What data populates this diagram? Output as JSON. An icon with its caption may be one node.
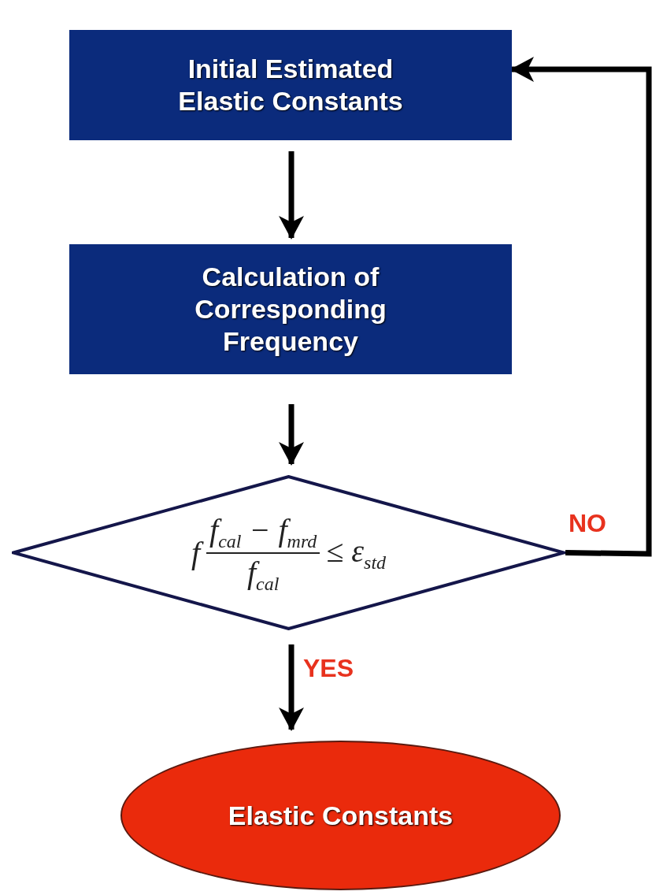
{
  "diagram": {
    "nodes": [
      {
        "text": [
          "Initial Estimated Elastic Constants"
        ]
      },
      {
        "text": [
          "Calculation of Corresponding Frequency"
        ]
      },
      {
        "text": [
          "f",
          "f$_{cal}$ − f$_{mrd}$",
          "f$_{cal}$",
          "≤ ε$_{std}$"
        ]
      },
      {
        "text": [
          "Elastic Constants"
        ]
      }
    ],
    "edges": [
      {
        "from": 0,
        "to": 1,
        "arrow": "to"
      },
      {
        "from": 1,
        "to": 2,
        "arrow": "to"
      },
      {
        "from": 2,
        "to": 3,
        "arrow": "to",
        "label": "YES"
      },
      {
        "from": 2,
        "to": 0,
        "arrow": "to",
        "label": "NO"
      }
    ]
  }
}
